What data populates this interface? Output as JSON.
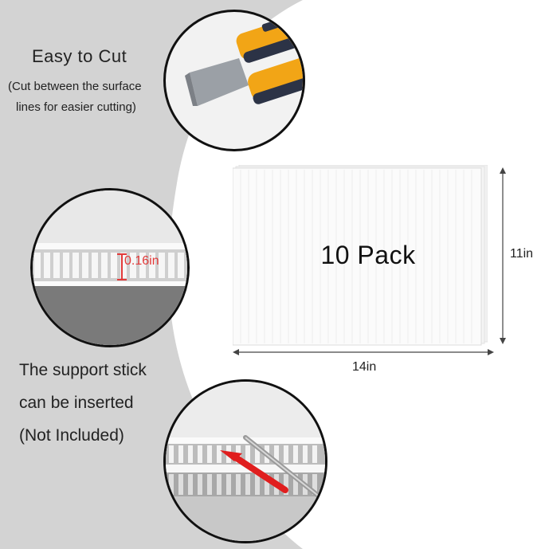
{
  "features": {
    "cut_title": "Easy to Cut",
    "cut_note_line1": "(Cut between the surface",
    "cut_note_line2": "lines for easier cutting)",
    "thickness_label": "0.16in",
    "stick_line1": "The support stick",
    "stick_line2": "can be inserted",
    "stick_line3": "(Not Included)"
  },
  "product": {
    "pack_label": "10 Pack",
    "width_label": "14in",
    "height_label": "11in"
  },
  "colors": {
    "background_left": "#d3d3d3",
    "cutter_yellow": "#f2a516",
    "cutter_dark": "#2c3346",
    "blade": "#9ba0a6",
    "arrow_red": "#e01e1e",
    "thickness_red": "#e23a3a"
  }
}
